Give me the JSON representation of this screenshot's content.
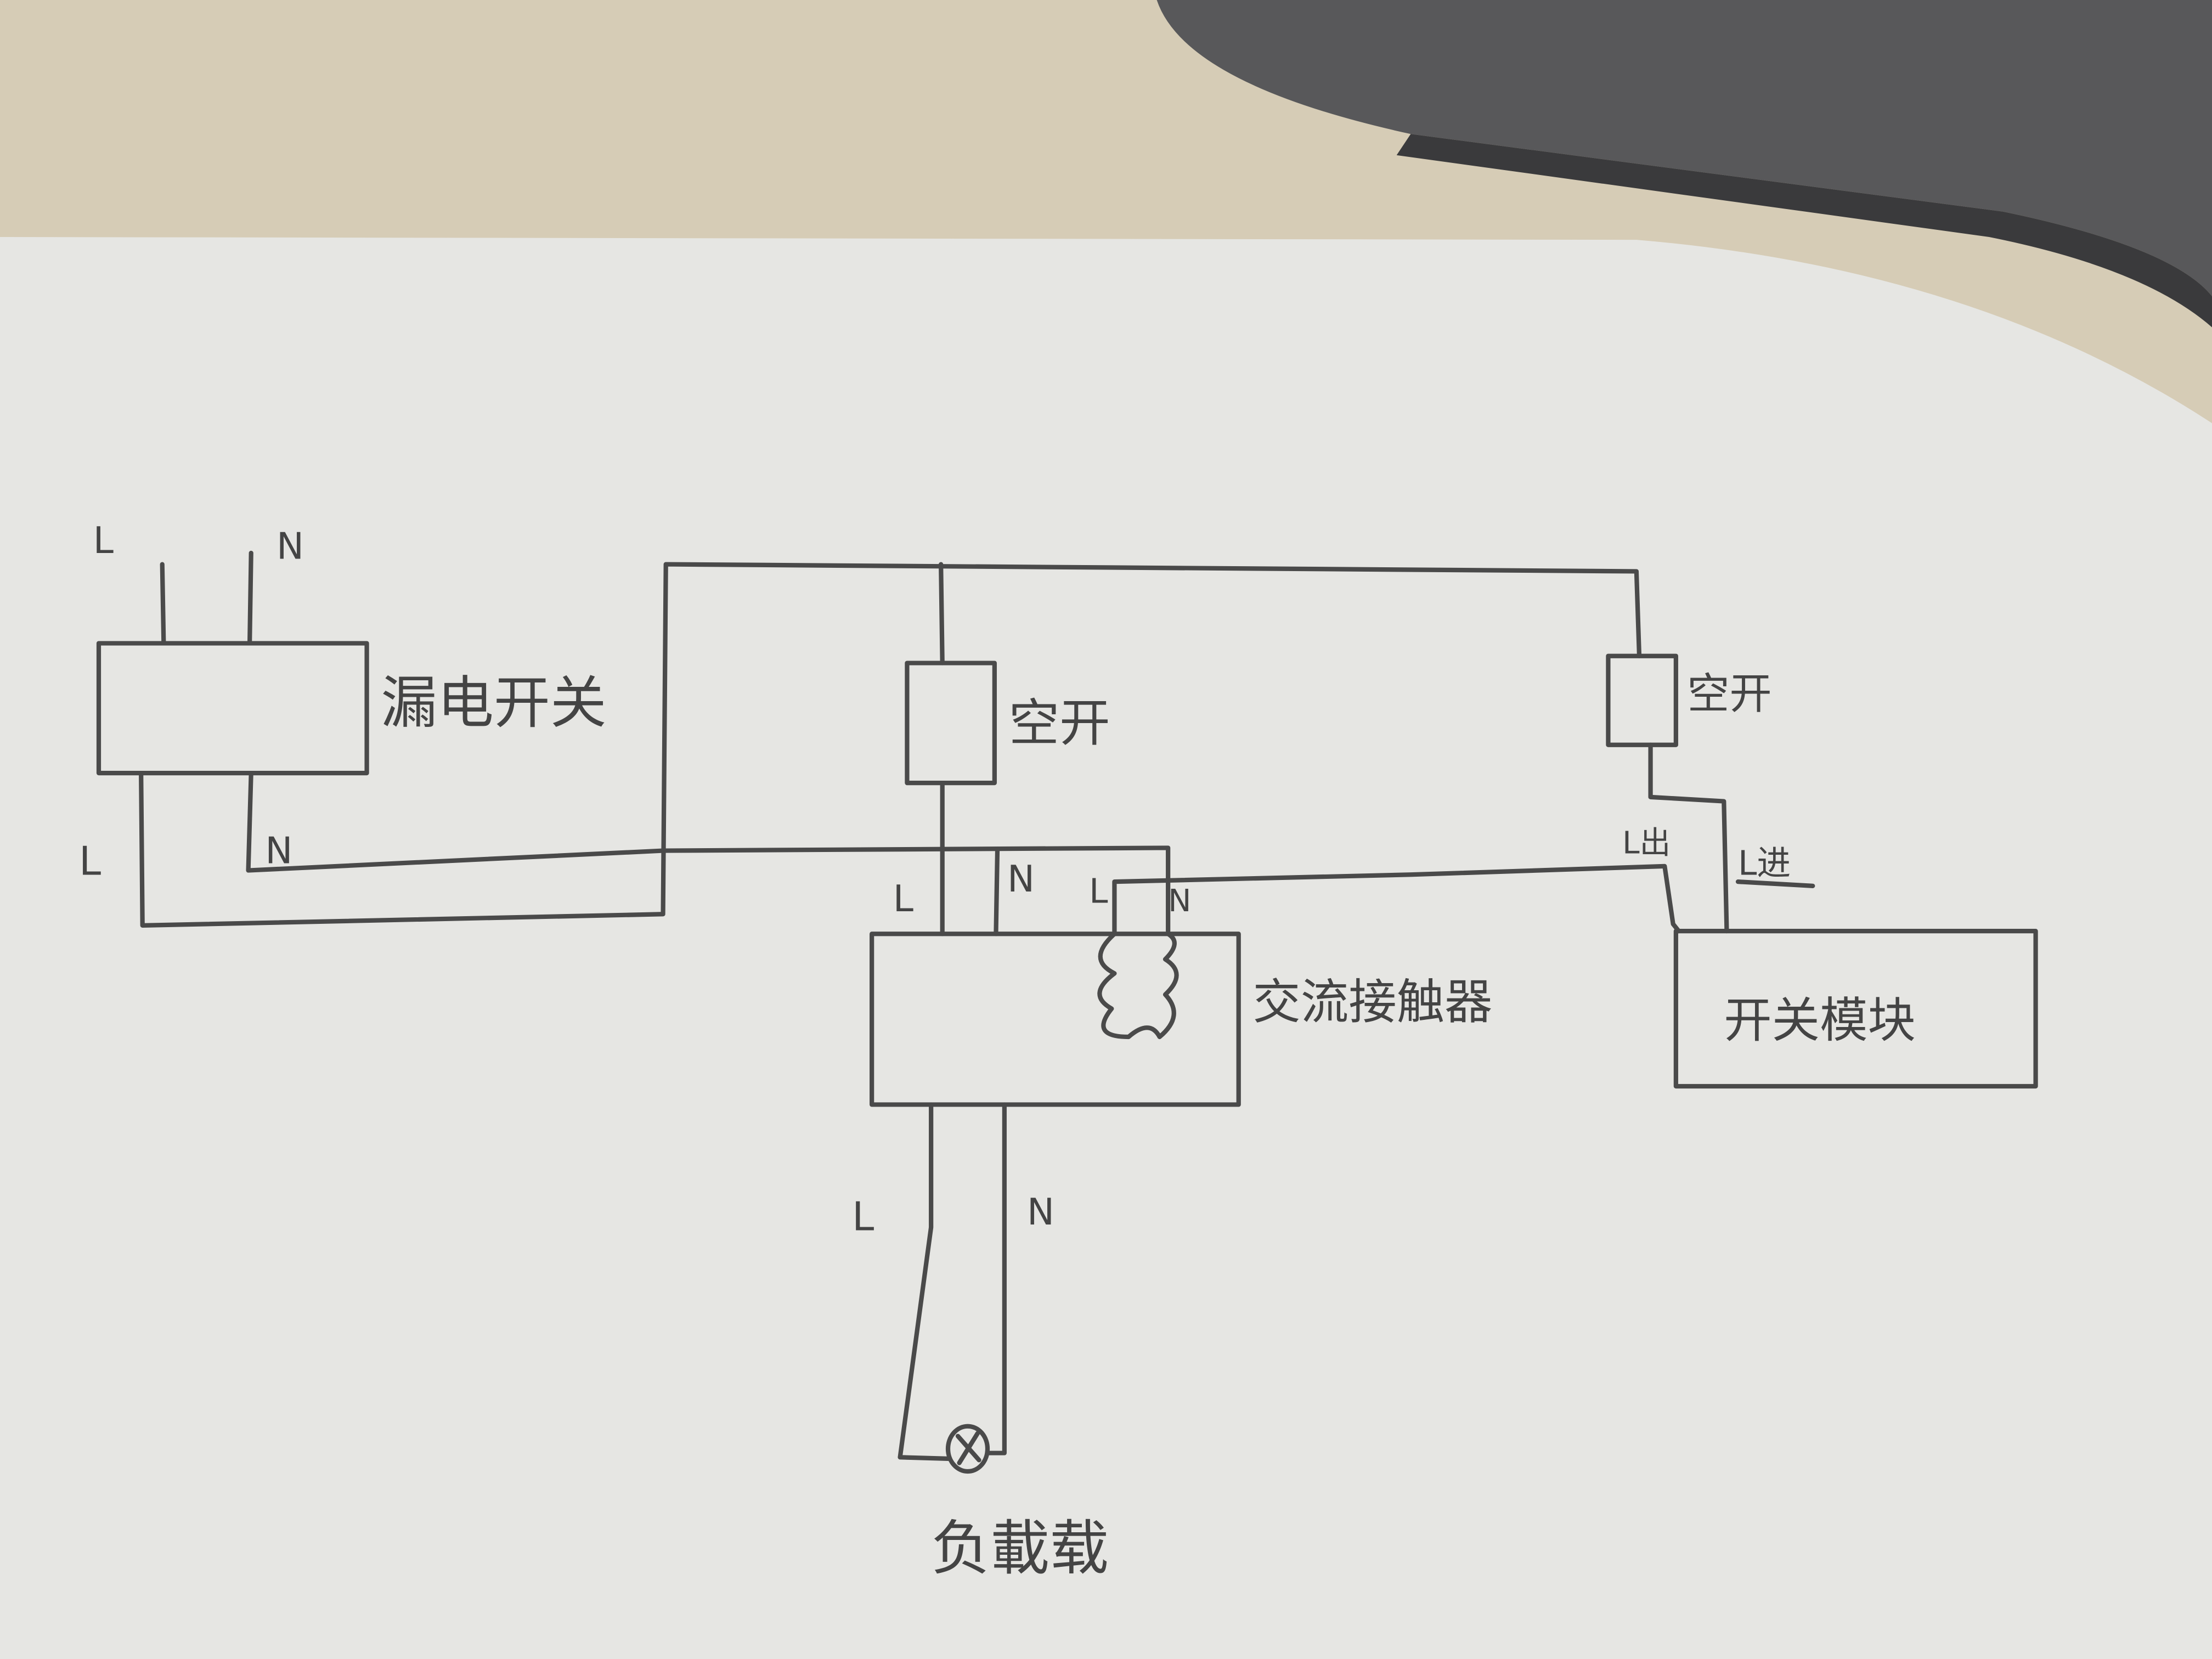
{
  "colors": {
    "desk": "#d6ccb6",
    "paper": "#e6e6e3",
    "laptop": "#5a5a5c",
    "ink": "#4a4a4a"
  },
  "input_labels": {
    "l": "L",
    "n": "N"
  },
  "rcd": {
    "label": "漏电开关",
    "out_l": "L",
    "out_n": "N"
  },
  "breaker_1": {
    "label": "空开"
  },
  "breaker_2": {
    "label": "空开"
  },
  "contactor": {
    "label": "交流接触器",
    "term_l": "L",
    "term_n": "N",
    "coil_l": "L",
    "coil_n": "N"
  },
  "switch_module": {
    "label": "开关模块",
    "l_out": "L出",
    "l_in": "L进"
  },
  "load": {
    "label": "负載载",
    "l": "L",
    "n": "N",
    "symbol": "lamp-icon"
  }
}
